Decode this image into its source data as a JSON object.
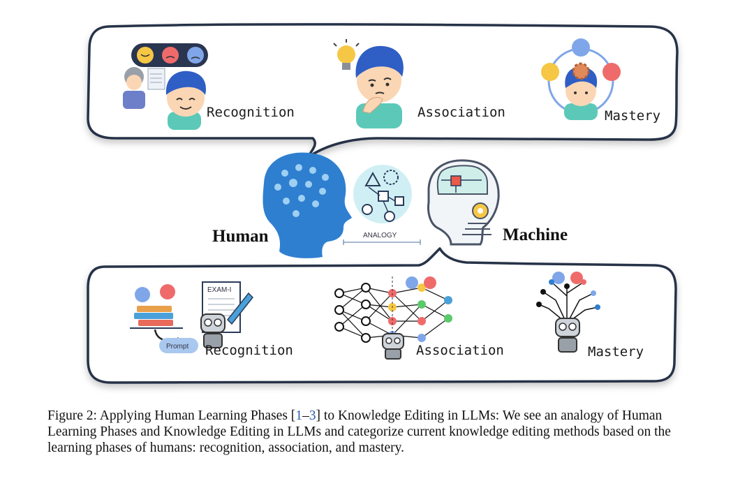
{
  "top_phases": {
    "recognition": "Recognition",
    "association": "Association",
    "mastery": "Mastery"
  },
  "bottom_phases": {
    "recognition": "Recognition",
    "association": "Association",
    "mastery": "Mastery"
  },
  "center": {
    "human_label": "Human",
    "machine_label": "Machine",
    "analogy_label": "ANALOGY"
  },
  "small_labels": {
    "exam": "EXAM-I",
    "prompt": "Prompt"
  },
  "caption": {
    "prefix": "Figure 2: Applying Human Learning Phases [",
    "cite_start": "1",
    "cite_dash": "–",
    "cite_end": "3",
    "suffix": "] to Knowledge Editing in LLMs: We see an analogy of Human Learning Phases and Knowledge Editing in LLMs and categorize current knowledge editing methods based on the learning phases of humans: recognition, association, and mastery."
  },
  "colors": {
    "bubble_stroke": "#253046",
    "hair": "#2f5ec4",
    "skin": "#fbd6b4",
    "shirt": "#5cc9b8",
    "brain_blue": "#2e7fd0",
    "emoji_yellow": "#f6c745",
    "emoji_red": "#ef6b6b",
    "emoji_blue": "#7fa6e8"
  }
}
